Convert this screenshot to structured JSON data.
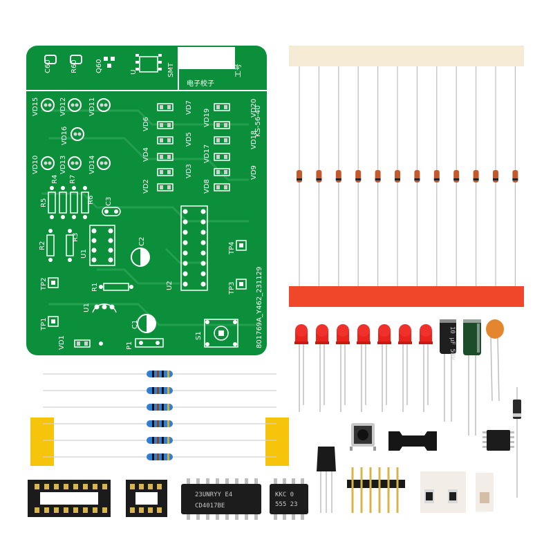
{
  "colors": {
    "pcb": "#0c8f3a",
    "pcb_dark": "#08712d",
    "silk": "#ffffff",
    "tape_red": "#f0462a",
    "tape_beige": "#f6ecd6",
    "resistor_body": "#2f7fd6",
    "led_red": "#e8241c",
    "yellow_tape": "#f6c40a",
    "ic_black": "#1c1c1c"
  },
  "pcb": {
    "smt_label": "SMT",
    "corner_label": "工号",
    "board_id": "801769A_Y462_231129",
    "version_mark": "KS-56-40",
    "silk_cn": "电子校子",
    "labels": {
      "c60": "C60",
      "r60": "R60",
      "q60": "Q60",
      "u_top": "U",
      "vd15": "VD15",
      "vd12": "VD12",
      "vd11": "VD11",
      "vd16": "VD16",
      "vd10": "VD10",
      "vd13": "VD13",
      "vd14": "VD14",
      "vd7": "VD7",
      "vd6": "VD6",
      "vd5": "VD5",
      "vd4": "VD4",
      "vd3": "VD3",
      "vd2": "VD2",
      "vd19": "VD19",
      "vd20": "VD20",
      "vd18": "VD18",
      "vd17": "VD17",
      "vd9": "VD9",
      "vd8": "VD8",
      "r4": "R4",
      "r7": "R7",
      "r5": "R5",
      "r6": "R6",
      "c3": "C3",
      "r2": "R2",
      "r3": "R3",
      "u1": "U1",
      "c2": "C2",
      "r1": "R1",
      "u2": "U2",
      "tp1": "TP1",
      "tp2": "TP2",
      "tp3": "TP3",
      "tp4": "TP4",
      "c1": "C1",
      "s1": "S1",
      "p1": "P1",
      "vd1": "VD1",
      "u1b": "U1"
    }
  },
  "parts": {
    "electrolytic_cap_label": "10 µF 50V",
    "ic_socket_16_pins": 8,
    "ic_socket_8_pins": 4,
    "chip_large_line1": "23UNRYY E4",
    "chip_large_line2": "CD4017BE",
    "chip_small_line1": "KKC 0",
    "chip_small_line2": "555 23"
  }
}
